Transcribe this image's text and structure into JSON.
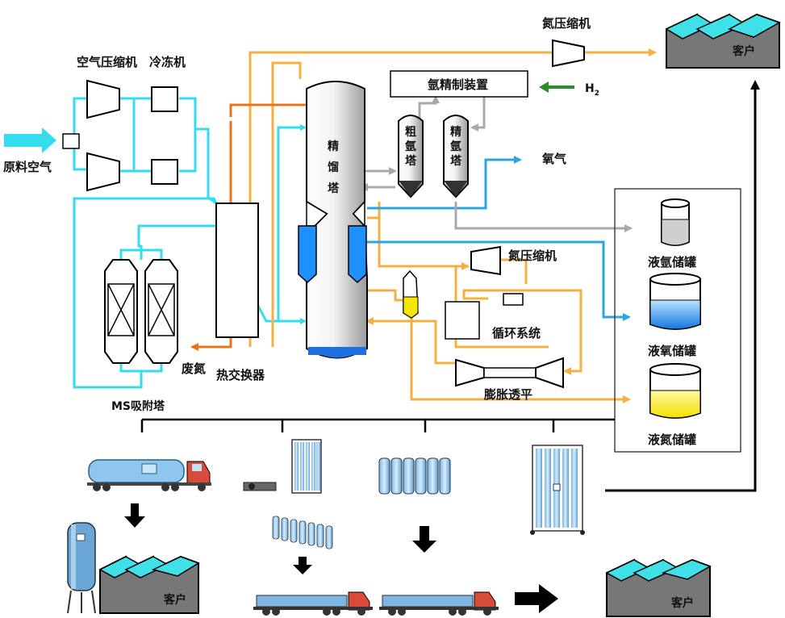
{
  "labels": {
    "feed_air": "原料空气",
    "air_compressor": "空气压缩机",
    "chiller": "冷冻机",
    "ms_adsorber": "MS吸附塔",
    "waste_nitrogen": "废氮",
    "heat_exchanger": "热交换器",
    "rectification_tower": "精馏塔",
    "argon_purifier": "氩精制装置",
    "hydrogen": "H",
    "hydrogen_sub": "2",
    "crude_argon_tower": "粗氩塔",
    "pure_argon_tower": "精氩塔",
    "oxygen_gas": "氧气",
    "nitrogen_compressor_top": "氮压缩机",
    "nitrogen_compressor_mid": "氮压缩机",
    "cycle_system": "循环系统",
    "expansion_turbine": "膨胀透平",
    "liquid_argon_tank": "液氩储罐",
    "liquid_oxygen_tank": "液氧储罐",
    "liquid_nitrogen_tank": "液氮储罐",
    "customer_top": "客户",
    "customer_bottom_left": "客户",
    "customer_bottom_right": "客户"
  },
  "colors": {
    "air_line": "#33DDEE",
    "product_line": "#F5B042",
    "waste_line": "#E8731A",
    "oxygen_line": "#2AA5E0",
    "argon_line": "#A9A9A9",
    "hydrogen_arrow": "#2E8B2E",
    "liquid_oxygen": "#1E90FF",
    "liquid_nitrogen": "#F3E600",
    "factory_roof": "#40E0E8",
    "factory_wall": "#777777"
  }
}
